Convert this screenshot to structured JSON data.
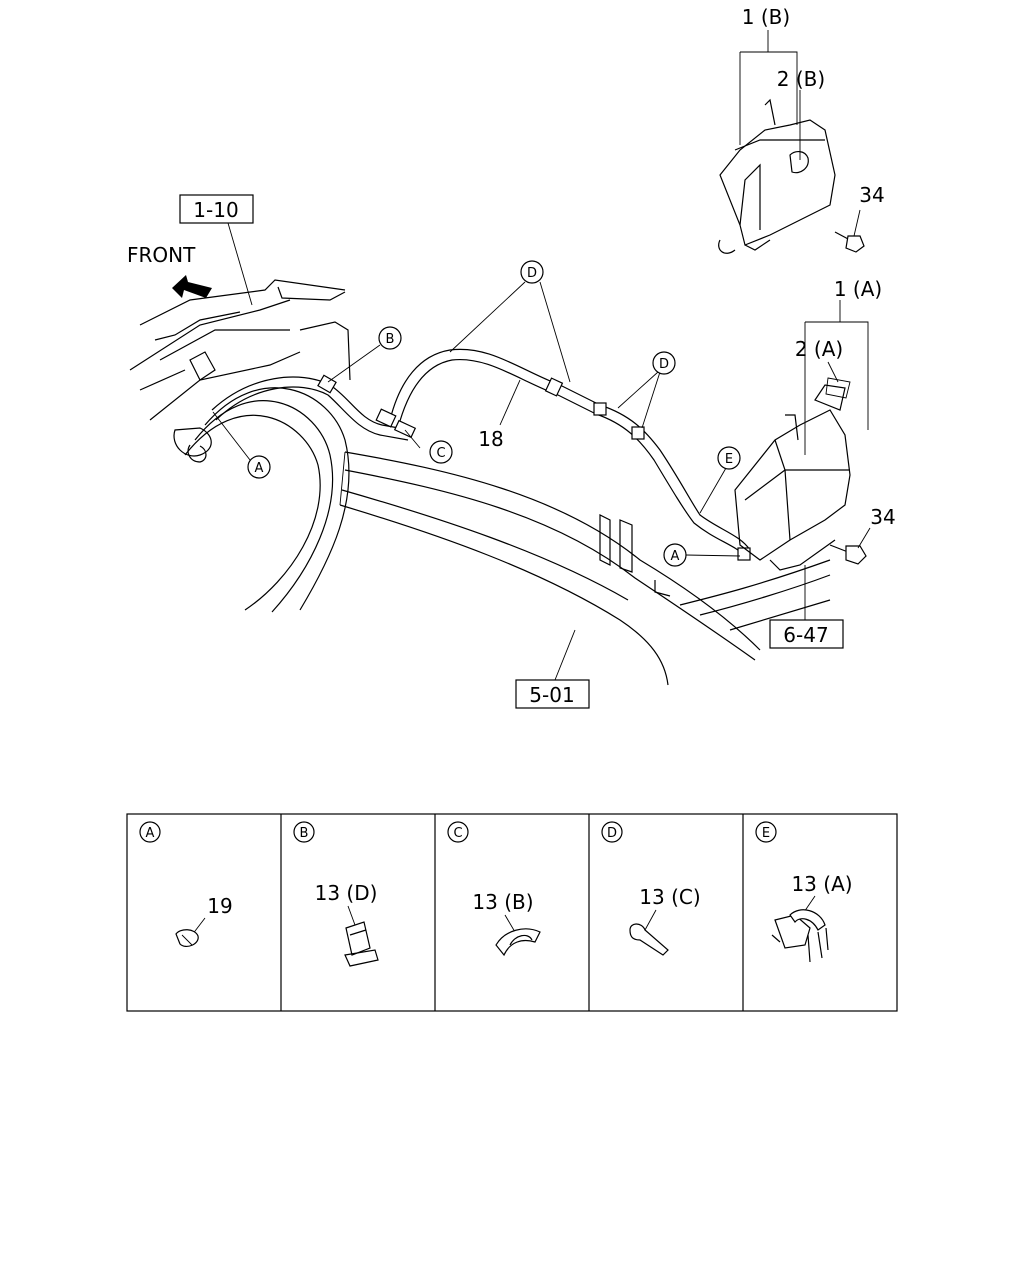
{
  "main": {
    "front_label": "FRONT",
    "ref_boxes": {
      "r1": "1-10",
      "r2": "6-47",
      "r3": "5-01"
    },
    "part_labels": {
      "p1b": "1 (B)",
      "p2b": "2 (B)",
      "p34a": "34",
      "p1a": "1 (A)",
      "p2a": "2 (A)",
      "p34b": "34",
      "p18": "18"
    },
    "callouts": {
      "a1": "A",
      "a2": "A",
      "b": "B",
      "c": "C",
      "d1": "D",
      "d2": "D",
      "e": "E"
    }
  },
  "legend": {
    "cells": [
      {
        "letter": "A",
        "part": "19"
      },
      {
        "letter": "B",
        "part": "13 (D)"
      },
      {
        "letter": "C",
        "part": "13 (B)"
      },
      {
        "letter": "D",
        "part": "13 (C)"
      },
      {
        "letter": "E",
        "part": "13 (A)"
      }
    ]
  }
}
